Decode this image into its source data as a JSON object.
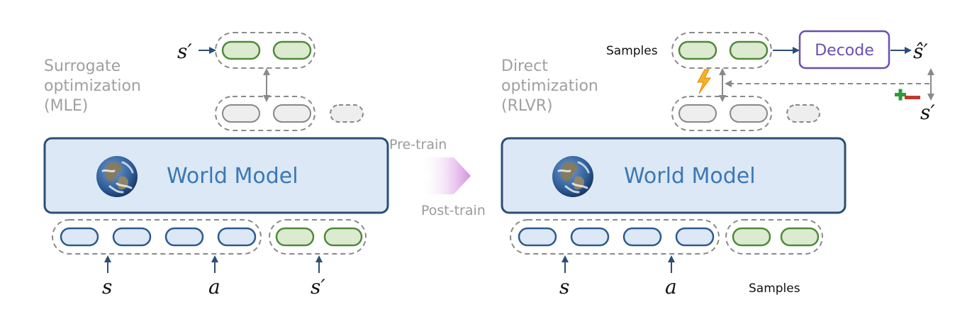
{
  "left": {
    "title_lines": [
      "Surrogate",
      "optimization",
      "(MLE)"
    ],
    "model_label": "World Model",
    "top_input_label": "s′",
    "bottom_labels": {
      "s": "s",
      "a": "a",
      "s_prime": "s′"
    }
  },
  "middle": {
    "pretrain": "Pre-train",
    "posttrain": "Post-train"
  },
  "right": {
    "title_lines": [
      "Direct",
      "optimization",
      "(RLVR)"
    ],
    "model_label": "World Model",
    "samples_top": "Samples",
    "decode": "Decode",
    "s_hat": "ŝ′",
    "s_prime": "s′",
    "bottom_labels": {
      "s": "s",
      "a": "a",
      "samples": "Samples"
    }
  },
  "colors": {
    "blue_token_fill": "#dce8f5",
    "blue_token_stroke": "#2d5a8e",
    "green_token_fill": "#dcebd0",
    "green_token_stroke": "#4f8a3a",
    "gray_token_fill": "#eeeeee",
    "gray_token_stroke": "#888888",
    "model_fill": "#dce8f5",
    "model_stroke": "#2b4f74",
    "decode_stroke": "#6b4fb0",
    "arrow_navy": "#2b4f74"
  },
  "icons": [
    "earth-icon",
    "lightning-icon",
    "plus-minus-icon",
    "gradient-arrow-icon"
  ]
}
